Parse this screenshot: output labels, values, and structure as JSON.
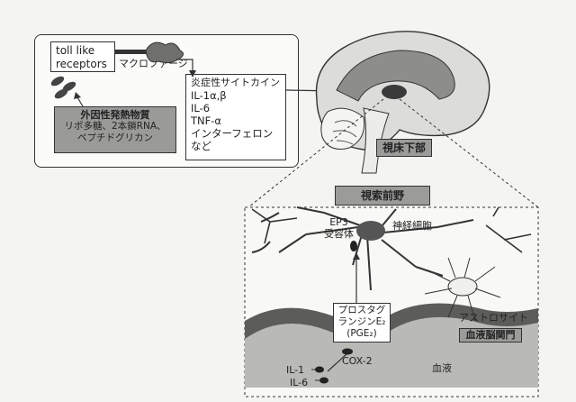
{
  "title": "",
  "toll": {
    "line1": "toll like",
    "line2": "receptors"
  },
  "macrophage_label": "マクロファージ",
  "cytokine": {
    "title": "炎症性サイトカイン",
    "items": [
      "IL-1α,β",
      "IL-6",
      "TNF-α",
      "インターフェロン",
      "など"
    ]
  },
  "pyrogen": {
    "title": "外因性発熱物質",
    "line1": "リポ多糖、2本鎖RNA、",
    "line2": "ペプチドグリカン"
  },
  "hypothalamus_label": "視床下部",
  "poa_label": "視索前野",
  "ep3_label": {
    "line1": "EP3",
    "line2": "受容体"
  },
  "neuron_label": "神経細胞",
  "astro_label": "アストロサイト",
  "bbb_label": "血液脳関門",
  "blood_label": "血液",
  "pge2": {
    "line1": "プロスタグ",
    "line2": "ランジンE₂",
    "line3": "(PGE₂)"
  },
  "cox2_label": "COX-2",
  "il1_label": "IL-1",
  "il6_label": "IL-6",
  "colors": {
    "gray_box": "#9a9a98",
    "dark": "#333333",
    "blood": "#b9b9b6"
  }
}
